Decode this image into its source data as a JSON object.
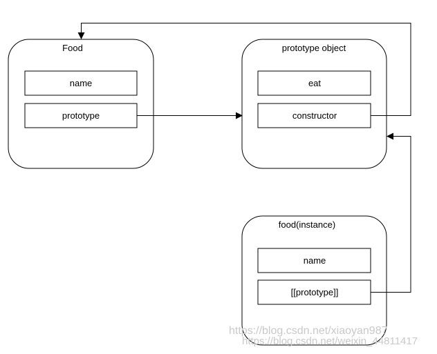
{
  "nodes": {
    "food": {
      "title": "Food",
      "fields": [
        "name",
        "prototype"
      ]
    },
    "prototype_object": {
      "title": "prototype object",
      "fields": [
        "eat",
        "constructor"
      ]
    },
    "food_instance": {
      "title": "food(instance)",
      "fields": [
        "name",
        "[[prototype]]"
      ]
    }
  },
  "watermark": {
    "line1": "https://blog.csdn.net/xiaoyan987",
    "line2": "https://blog.csdn.net/weixin_44811417"
  },
  "colors": {
    "stroke": "#000000",
    "watermark": "#c9c9c9"
  }
}
